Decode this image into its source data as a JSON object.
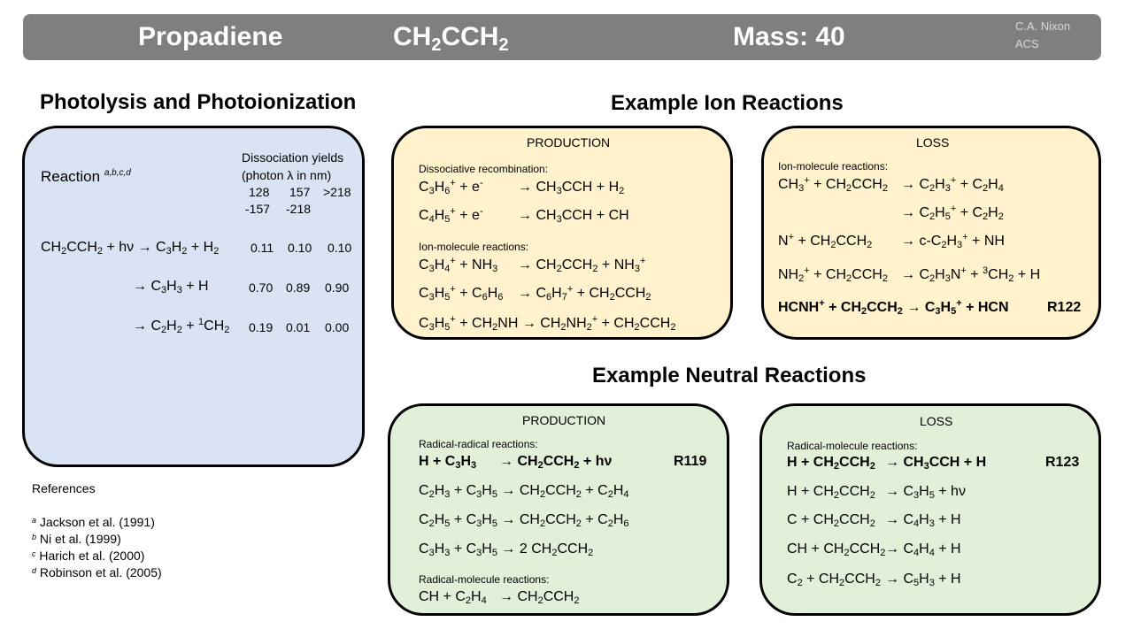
{
  "header": {
    "name": "Propadiene",
    "formula_parts": [
      "CH",
      "2",
      "CCH",
      "2"
    ],
    "mass": "Mass: 40",
    "credit_line1": "C.A. Nixon",
    "credit_line2": "ACS"
  },
  "photolysis": {
    "title": "Photolysis and Photoionization",
    "reaction_label": "Reaction",
    "reaction_refs": "a,b,c,d",
    "yields_line1": "Dissociation yields",
    "yields_line2": "(photon λ in nm)",
    "col1_top": "128",
    "col1_bottom": "-157",
    "col2_top": "157",
    "col2_bottom": "-218",
    "col3_top": ">218",
    "rows": [
      {
        "values": [
          "0.11",
          "0.10",
          "0.10"
        ]
      },
      {
        "values": [
          "0.70",
          "0.89",
          "0.90"
        ]
      },
      {
        "values": [
          "0.19",
          "0.01",
          "0.00"
        ]
      }
    ]
  },
  "references": {
    "title": "References",
    "items": [
      {
        "mark": "a",
        "text": "Jackson et al.  (1991)"
      },
      {
        "mark": "b",
        "text": "Ni et al. (1999)"
      },
      {
        "mark": "c",
        "text": "Harich et al. (2000)"
      },
      {
        "mark": "d",
        "text": "Robinson et al. (2005)"
      }
    ]
  },
  "ion": {
    "title": "Example Ion Reactions",
    "production": {
      "heading": "PRODUCTION",
      "cat1": "Dissociative recombination:",
      "cat2": "Ion-molecule reactions:"
    },
    "loss": {
      "heading": "LOSS",
      "cat1": "Ion-molecule reactions:",
      "label": "R122"
    }
  },
  "neutral": {
    "title": "Example Neutral Reactions",
    "production": {
      "heading": "PRODUCTION",
      "cat1": "Radical-radical reactions:",
      "cat2": "Radical-molecule reactions:",
      "label": "R119"
    },
    "loss": {
      "heading": "LOSS",
      "cat1": "Radical-molecule reactions:",
      "label": "R123"
    }
  }
}
